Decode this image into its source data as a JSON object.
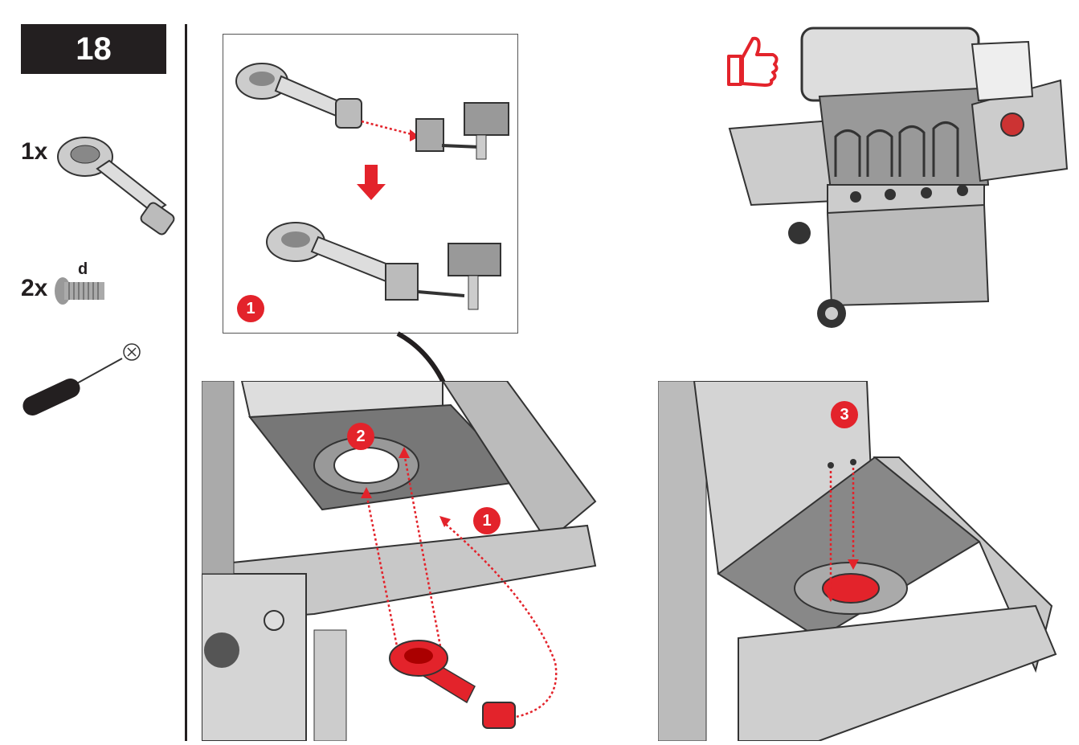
{
  "step": {
    "number": "18"
  },
  "parts": [
    {
      "quantity": "1x",
      "name": "burner"
    },
    {
      "quantity": "2x",
      "label": "d",
      "name": "screw"
    }
  ],
  "tool": {
    "name": "phillips-screwdriver"
  },
  "callouts": {
    "one": "1",
    "two": "2",
    "three": "3"
  },
  "colors": {
    "accent": "#e3232b",
    "dark": "#231f20"
  }
}
